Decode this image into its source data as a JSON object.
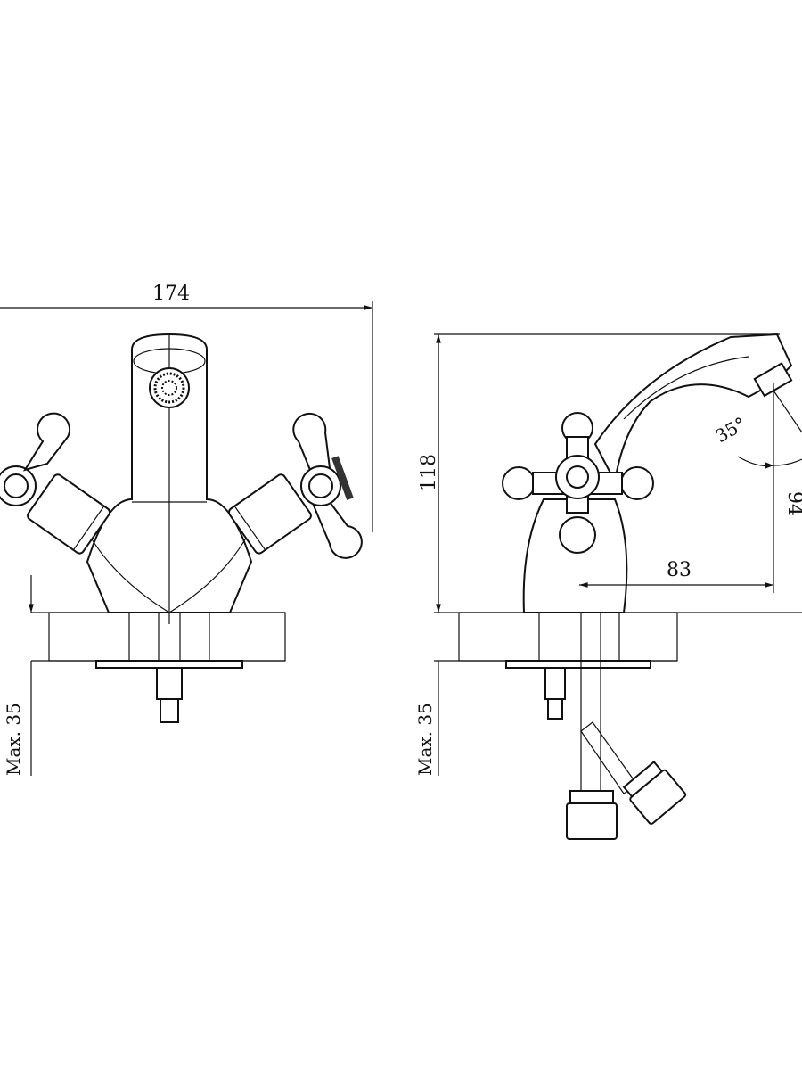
{
  "title": "Faucet dimension drawing",
  "front_view": {
    "width_label": "174",
    "max_thickness_label": "Max. 35"
  },
  "side_view": {
    "height_label": "118",
    "angle_label": "35°",
    "spout_height_label": "94",
    "reach_label": "83",
    "max_thickness_label": "Max. 35"
  },
  "colors": {
    "line": "#111111",
    "background": "#ffffff"
  }
}
